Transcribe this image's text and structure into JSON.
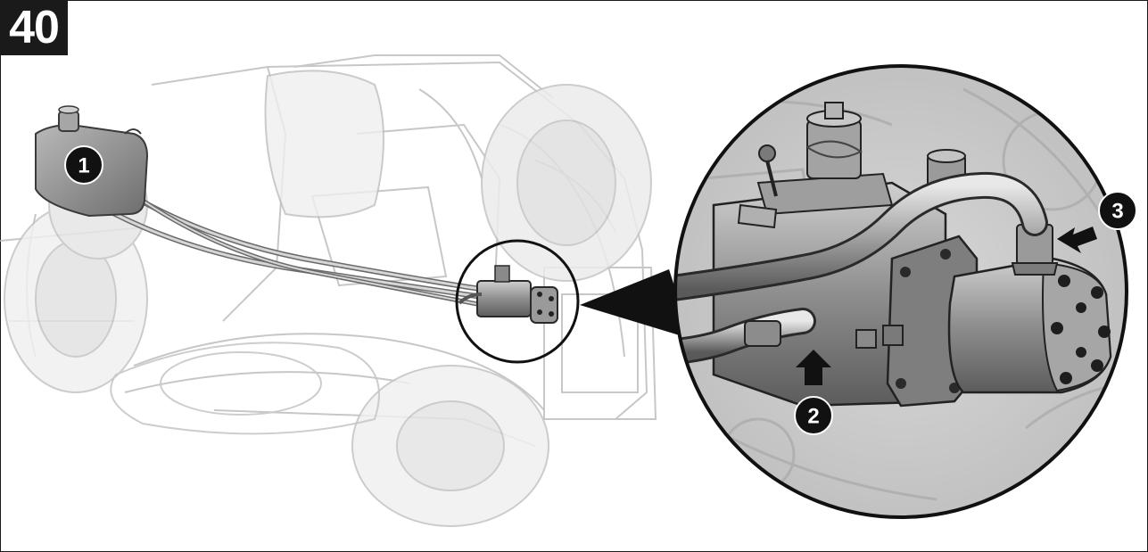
{
  "figure": {
    "number": "40"
  },
  "callouts": [
    {
      "label": "1",
      "target": "hydraulic-oil-reservoir"
    },
    {
      "label": "2",
      "target": "pump-inlet-port"
    },
    {
      "label": "3",
      "target": "pump-outlet-port"
    }
  ],
  "colors": {
    "frame": "#1a1a1a",
    "callout_fill": "#111111",
    "callout_text": "#ffffff",
    "ghost_line": "#9a9a9a",
    "part_shade": "#8c8c8c"
  }
}
